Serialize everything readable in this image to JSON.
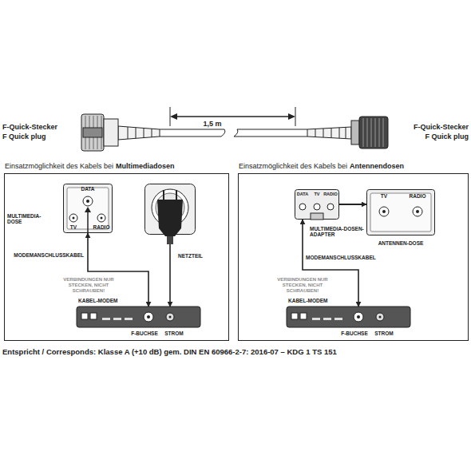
{
  "diagram": {
    "nodes": [
      {
        "text": [
          "Einsatzmöglichkeit des Kabels bei",
          "Multimediadosen"
        ]
      },
      {
        "text": [
          "DATA",
          "TV",
          "RADIO",
          "MULTIMEDIA-DOSE"
        ],
        "in": 0
      },
      {
        "text": [
          "NETZTEIL"
        ],
        "in": 0
      },
      {
        "text": [
          "KABEL-MODEM",
          "F-BUCHSE",
          "STROM"
        ],
        "in": 0
      },
      {
        "text": [
          "Einsatzmöglichkeit des Kabels bei",
          "Antennendosen"
        ]
      },
      {
        "text": [
          "DATA",
          "TV",
          "RADIO",
          "MULTIMEDIA-DOSEN-ADAPTER"
        ],
        "in": 4
      },
      {
        "text": [
          "TV",
          "RADIO",
          "ANTENNEN-DOSE"
        ],
        "in": 4
      },
      {
        "text": [
          "KABEL-MODEM",
          "F-BUCHSE",
          "STROM"
        ],
        "in": 4
      }
    ],
    "edges": [
      {
        "from": 1,
        "to": 3,
        "arrow": "both",
        "label": "MODEMANSCHLUSSKABEL"
      },
      {
        "from": 2,
        "to": 3,
        "arrow": "to"
      },
      {
        "from": 5,
        "to": 6,
        "arrow": "to"
      },
      {
        "from": 5,
        "to": 7,
        "arrow": "both",
        "label": "MODEMANSCHLUSSKABEL"
      }
    ],
    "labels": [
      "F-Quick-Stecker",
      "F Quick plug",
      "F-Quick-Stecker",
      "F Quick plug",
      "1,5 m",
      "VERBINDUNGEN NUR STECKEN, NICHT SCHRAUBEN!",
      "VERBINDUNGEN NUR STECKEN, NICHT SCHRAUBEN!",
      "Entspricht / Corresponds: Klasse A (+10 dB) gem. DIN EN 60966-2-7: 2016-07 – KDG 1 TS 151"
    ]
  }
}
